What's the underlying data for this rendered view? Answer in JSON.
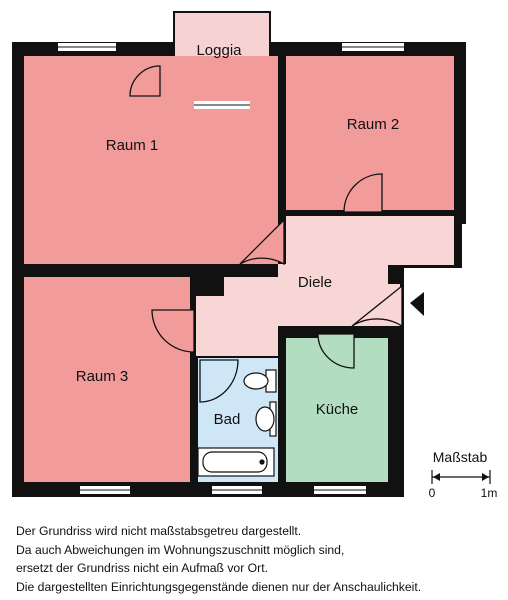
{
  "rooms": {
    "loggia": "Loggia",
    "raum1": "Raum 1",
    "raum2": "Raum 2",
    "raum3": "Raum 3",
    "diele": "Diele",
    "bad": "Bad",
    "kueche": "Küche"
  },
  "scale": {
    "title": "Maßstab",
    "start": "0",
    "end": "1m"
  },
  "disclaimer": [
    "Der Grundriss wird nicht maßstabsgetreu dargestellt.",
    "Da auch Abweichungen im Wohnungszuschnitt möglich sind,",
    "ersetzt der Grundriss nicht ein Aufmaß vor Ort.",
    "Die dargestellten Einrichtungsgegenstände dienen nur der Anschaulichkeit."
  ],
  "colors": {
    "wall": "#111111",
    "living_room": "#f29b9b",
    "hallway": "#f9d6d6",
    "loggia": "#f7d2d2",
    "bathroom": "#cfe6f7",
    "kitchen": "#b3ddc0",
    "window": "#ffffff"
  }
}
